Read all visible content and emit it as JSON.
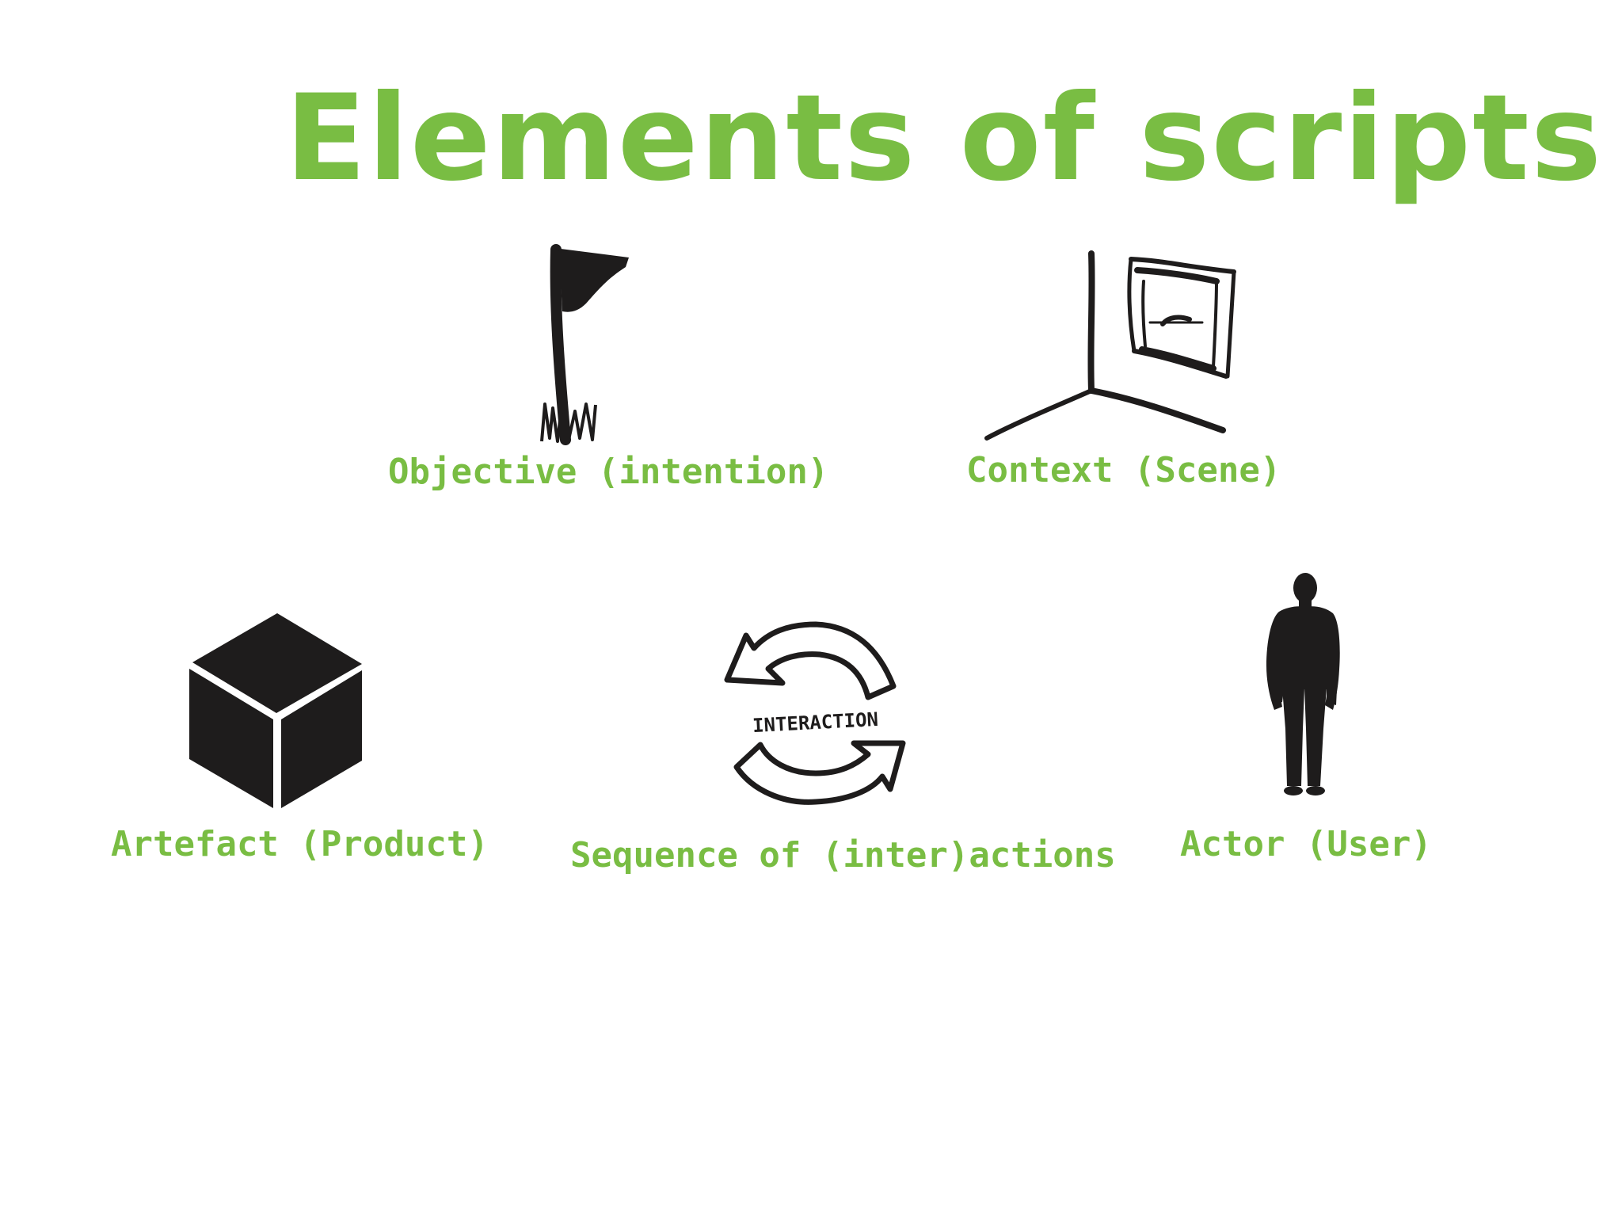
{
  "title": "Elements of scripts",
  "accent_color": "#79bd43",
  "icon_color": "#1e1c1c",
  "elements": [
    {
      "id": "objective",
      "icon": "flag-icon",
      "label": "Objective (intention)"
    },
    {
      "id": "context",
      "icon": "room-corner-frame-icon",
      "label": "Context (Scene)"
    },
    {
      "id": "artefact",
      "icon": "cube-icon",
      "label": "Artefact (Product)"
    },
    {
      "id": "sequence",
      "icon": "interaction-cycle-icon",
      "label": "Sequence of (inter)actions",
      "icon_text": "INTERACTION"
    },
    {
      "id": "actor",
      "icon": "person-silhouette-icon",
      "label": "Actor (User)"
    }
  ]
}
